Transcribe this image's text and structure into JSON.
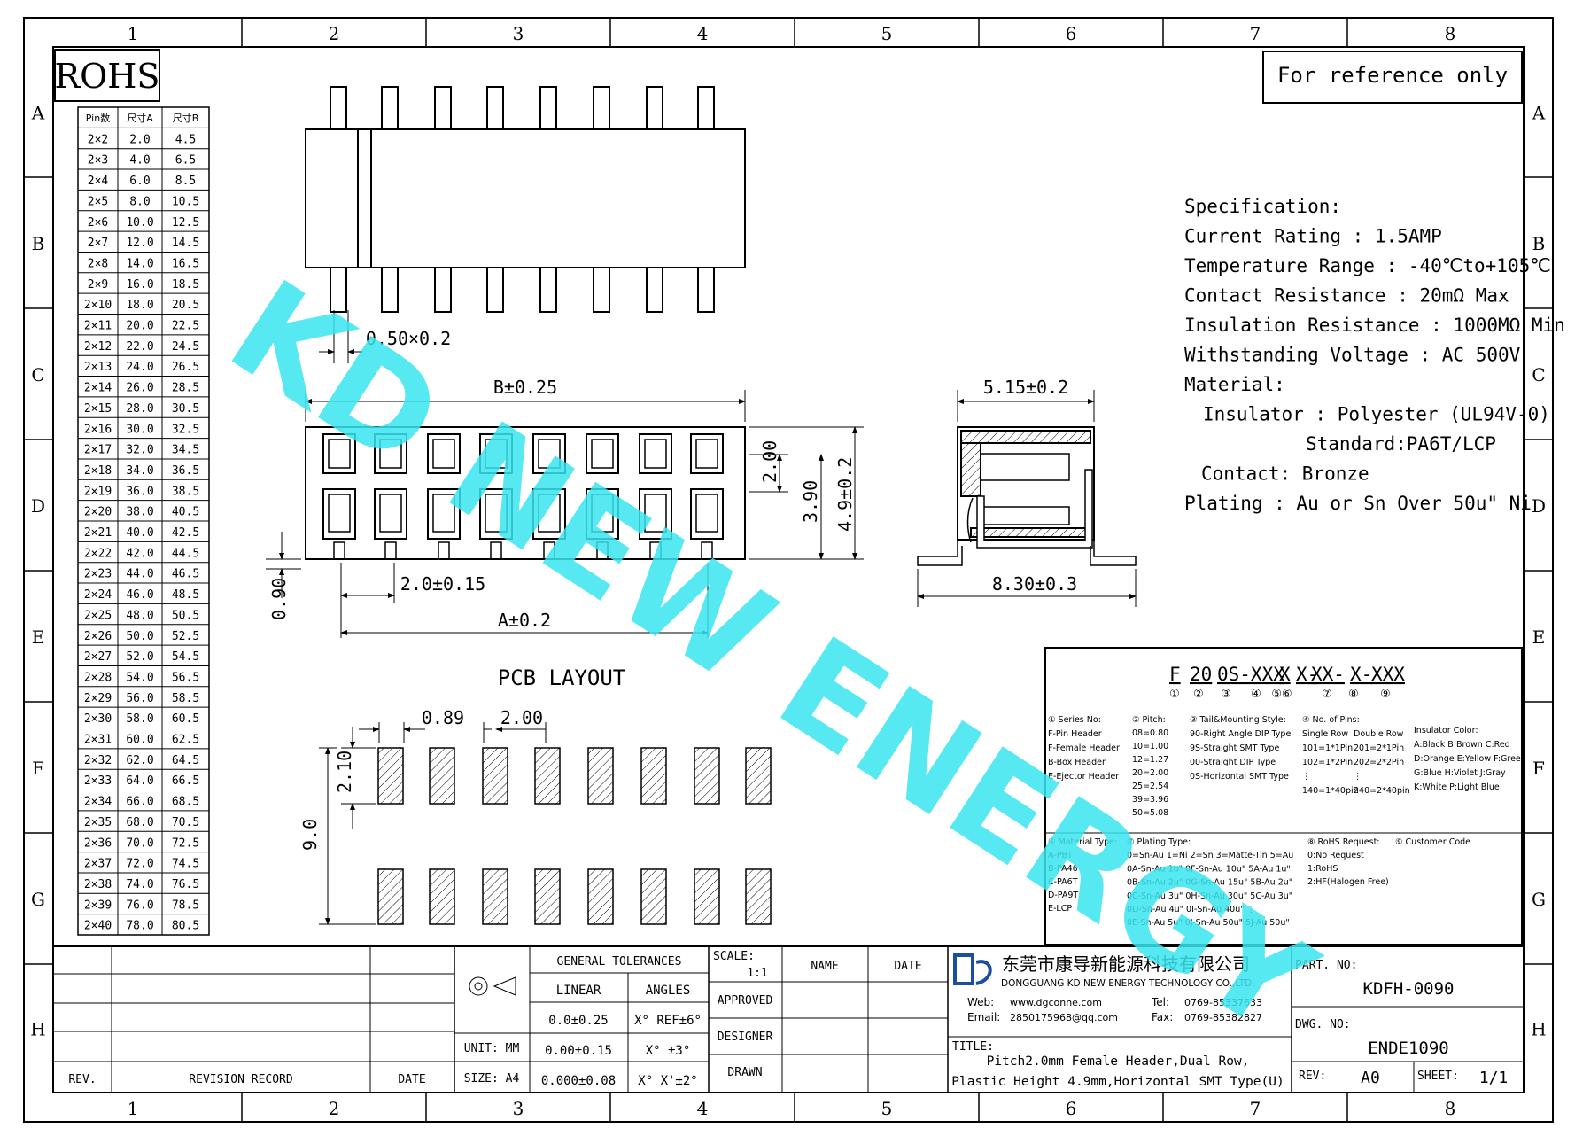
{
  "border": {
    "cols": [
      "1",
      "2",
      "3",
      "4",
      "5",
      "6",
      "7",
      "8"
    ],
    "rows": [
      "A",
      "B",
      "C",
      "D",
      "E",
      "F",
      "G",
      "H"
    ]
  },
  "rohs": "ROHS",
  "reference": "For reference only",
  "watermark": "KD NEW ENERGY",
  "pin_table": {
    "headers": [
      "Pin数",
      "尺寸A",
      "尺寸B"
    ],
    "rows": [
      [
        "2×2",
        "2.0",
        "4.5"
      ],
      [
        "2×3",
        "4.0",
        "6.5"
      ],
      [
        "2×4",
        "6.0",
        "8.5"
      ],
      [
        "2×5",
        "8.0",
        "10.5"
      ],
      [
        "2×6",
        "10.0",
        "12.5"
      ],
      [
        "2×7",
        "12.0",
        "14.5"
      ],
      [
        "2×8",
        "14.0",
        "16.5"
      ],
      [
        "2×9",
        "16.0",
        "18.5"
      ],
      [
        "2×10",
        "18.0",
        "20.5"
      ],
      [
        "2×11",
        "20.0",
        "22.5"
      ],
      [
        "2×12",
        "22.0",
        "24.5"
      ],
      [
        "2×13",
        "24.0",
        "26.5"
      ],
      [
        "2×14",
        "26.0",
        "28.5"
      ],
      [
        "2×15",
        "28.0",
        "30.5"
      ],
      [
        "2×16",
        "30.0",
        "32.5"
      ],
      [
        "2×17",
        "32.0",
        "34.5"
      ],
      [
        "2×18",
        "34.0",
        "36.5"
      ],
      [
        "2×19",
        "36.0",
        "38.5"
      ],
      [
        "2×20",
        "38.0",
        "40.5"
      ],
      [
        "2×21",
        "40.0",
        "42.5"
      ],
      [
        "2×22",
        "42.0",
        "44.5"
      ],
      [
        "2×23",
        "44.0",
        "46.5"
      ],
      [
        "2×24",
        "46.0",
        "48.5"
      ],
      [
        "2×25",
        "48.0",
        "50.5"
      ],
      [
        "2×26",
        "50.0",
        "52.5"
      ],
      [
        "2×27",
        "52.0",
        "54.5"
      ],
      [
        "2×28",
        "54.0",
        "56.5"
      ],
      [
        "2×29",
        "56.0",
        "58.5"
      ],
      [
        "2×30",
        "58.0",
        "60.5"
      ],
      [
        "2×31",
        "60.0",
        "62.5"
      ],
      [
        "2×32",
        "62.0",
        "64.5"
      ],
      [
        "2×33",
        "64.0",
        "66.5"
      ],
      [
        "2×34",
        "66.0",
        "68.5"
      ],
      [
        "2×35",
        "68.0",
        "70.5"
      ],
      [
        "2×36",
        "70.0",
        "72.5"
      ],
      [
        "2×37",
        "72.0",
        "74.5"
      ],
      [
        "2×38",
        "74.0",
        "76.5"
      ],
      [
        "2×39",
        "76.0",
        "78.5"
      ],
      [
        "2×40",
        "78.0",
        "80.5"
      ]
    ]
  },
  "dims": {
    "pin_width": "0.50×0.2",
    "b": "B±0.25",
    "h200": "2.00",
    "h390": "3.90",
    "h49": "4.9±0.2",
    "pitch": "2.0±0.15",
    "a": "A±0.2",
    "h090": "0.90",
    "side_top": "5.15±0.2",
    "side_bottom": "8.30±0.3",
    "pcb_title": "PCB LAYOUT",
    "pcb_089": "0.89",
    "pcb_200": "2.00",
    "pcb_210": "2.10",
    "pcb_90": "9.0"
  },
  "spec": {
    "lines": [
      "Specification:",
      "Current Rating : 1.5AMP",
      "Temperature Range : -40℃to+105℃",
      "Contact Resistance : 20mΩ Max",
      "Insulation Resistance : 1000MΩ Min",
      "Withstanding Voltage : AC 500V",
      "Material:",
      "Insulator : Polyester (UL94V-0)",
      "Standard:PA6T/LCP",
      "Contact: Bronze",
      "Plating : Au or Sn Over 50u\" Ni"
    ]
  },
  "part_code": {
    "segments": [
      "F",
      "20",
      "0S-XXX",
      "X",
      "X-",
      "XX-",
      "X-",
      "XXX"
    ],
    "markers": [
      "①",
      "②",
      "③",
      "④",
      "⑤⑥",
      "⑦",
      "⑧",
      "⑨"
    ],
    "col1": [
      "① Series No:",
      "F-Pin Header",
      "F-Female Header",
      "B-Box Header",
      "E-Ejector Header"
    ],
    "col2": [
      "② Pitch:",
      "08=0.80",
      "10=1.00",
      "12=1.27",
      "20=2.00",
      "25=2.54",
      "39=3.96",
      "50=5.08"
    ],
    "col3": [
      "③ Tail&Mounting Style:",
      "90-Right Angle DIP Type",
      "9S-Straight SMT Type",
      "00-Straight DIP Type",
      "0S-Horizontal SMT Type"
    ],
    "col4a": [
      "④ No. of Pins:",
      "Single Row",
      "101=1*1Pin",
      "102=1*2Pin",
      "⋮",
      "140=1*40pin"
    ],
    "col4b": [
      "",
      "Double Row",
      "201=2*1Pin",
      "202=2*2Pin",
      "⋮",
      "240=2*40pin"
    ],
    "col5": [
      "Insulator Color:",
      "A:Black  B:Brown  C:Red",
      "D:Orange E:Yellow F:Green",
      "G:Blue   H:Violet J:Gray",
      "K:White  P:Light Blue"
    ],
    "col6": [
      "⑥ Material Type:",
      "A-PBT",
      "B-PA46",
      "C-PA6T",
      "D-PA9T",
      "E-LCP"
    ],
    "col7": [
      "⑦ Plating Type:",
      "0=Sn-Au 1=Ni 2=Sn 3=Matte-Tin 5=Au",
      "0A-Sn-Au 1u\" 0F-Sn-Au 10u\"  5A-Au 1u\"",
      "0B-Sn-Au 2u\" 0G-Sn-Au 15u\"  5B-Au 2u\"",
      "0C-Sn-Au 3u\" 0H-Sn-Au 30u\"  5C-Au 3u\"",
      "0D-Sn-Au 4u\" 0I-Sn-Au 40u\"    ⋮",
      "0E-Sn-Au 5u\" 0J-Sn-Au 50u\"  5J-Au 50u\""
    ],
    "col8": [
      "⑧ RoHS Request:",
      "0:No Request",
      "1:RoHS",
      "2:HF(Halogen Free)"
    ],
    "col9": [
      "⑨ Customer Code"
    ]
  },
  "title_block": {
    "general_tolerances": "GENERAL TOLERANCES",
    "linear": "LINEAR",
    "angles": "ANGLES",
    "tol_linear": [
      "0.0±0.25",
      "0.00±0.15",
      "0.000±0.08"
    ],
    "tol_angles": [
      "X° REF±6°",
      "X° ±3°",
      "X° X'±2°"
    ],
    "unit": "UNIT: MM",
    "size": "SIZE: A4",
    "scale_label": "SCALE:",
    "scale_value": "1:1",
    "name": "NAME",
    "date": "DATE",
    "approved": "APPROVED",
    "designer": "DESIGNER",
    "drawn": "DRAWN",
    "rev": "REV.",
    "revision_record": "REVISION RECORD",
    "rev_date": "DATE",
    "company_cn": "东莞市康导新能源科技有限公司",
    "company_en": "DONGGUANG KD NEW ENERGY TECHNOLOGY CO.,LTD.",
    "web_label": "Web:",
    "web": "www.dgconne.com",
    "tel_label": "Tel:",
    "tel": "0769-85337633",
    "email_label": "Email:",
    "email": "2850175968@qq.com",
    "fax_label": "Fax:",
    "fax": "0769-85382827",
    "title_label": "TITLE:",
    "title_line1": "Pitch2.0mm Female Header,Dual Row,",
    "title_line2": "Plastic Height 4.9mm,Horizontal SMT Type(U)",
    "part_no_label": "PART. NO:",
    "part_no": "KDFH-0090",
    "dwg_no_label": "DWG. NO:",
    "dwg_no": "ENDE1090",
    "rev_label": "REV:",
    "rev_value": "A0",
    "sheet_label": "SHEET:",
    "sheet_value": "1/1"
  }
}
